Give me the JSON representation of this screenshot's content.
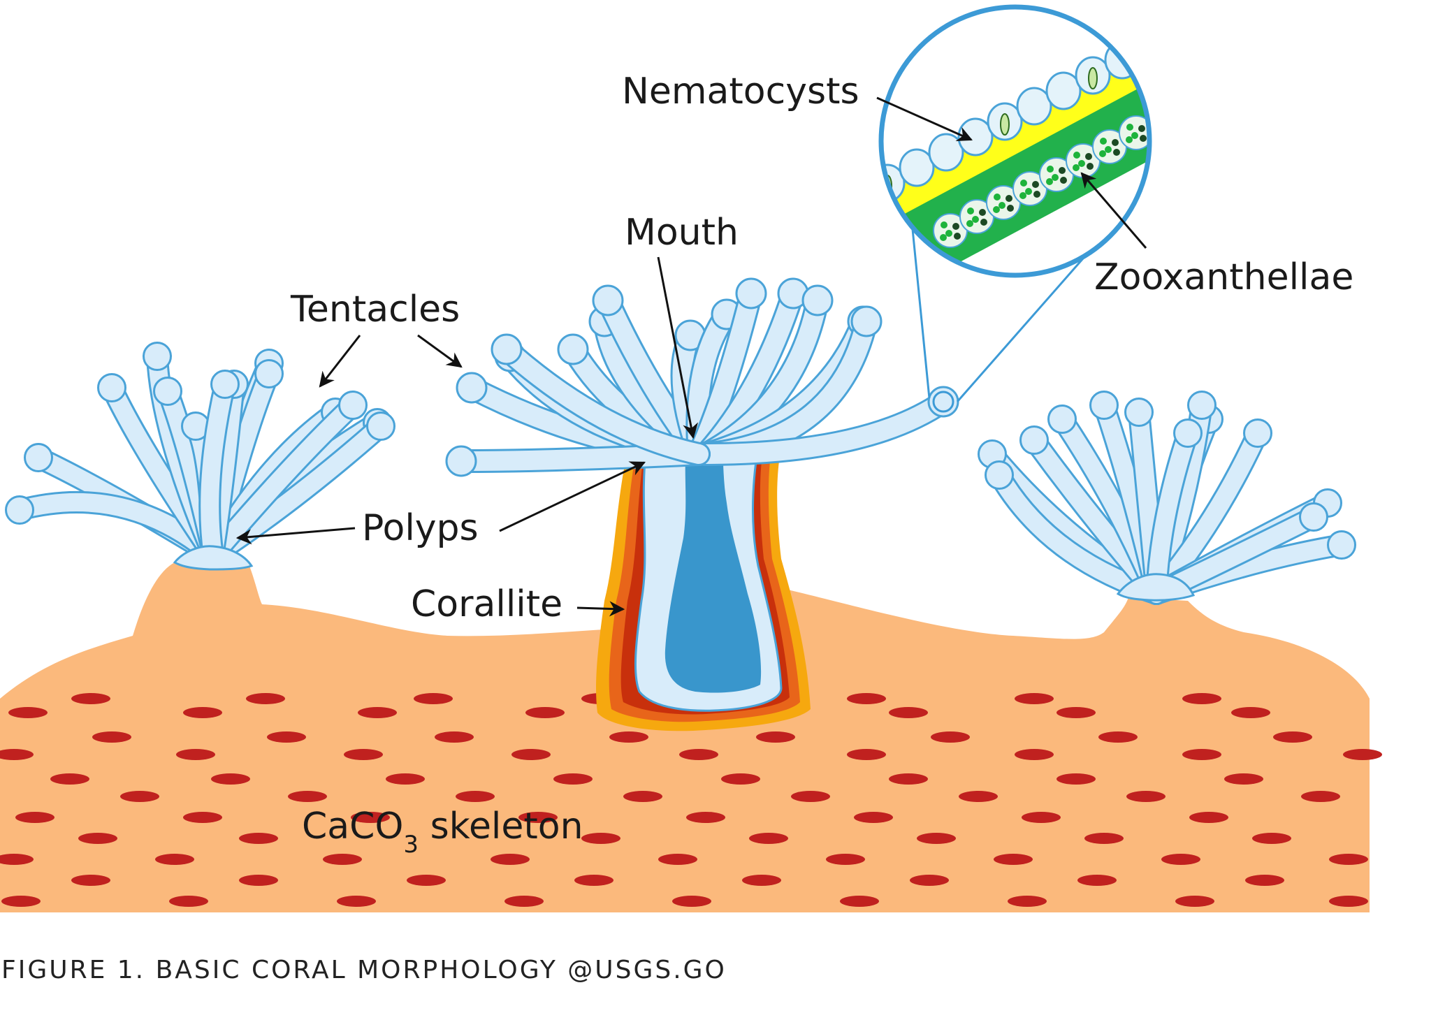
{
  "labels": {
    "nematocysts": "Nematocysts",
    "zooxanthellae": "Zooxanthellae",
    "mouth": "Mouth",
    "tentacles": "Tentacles",
    "polyps": "Polyps",
    "corallite": "Corallite",
    "skeleton_prefix": "CaCO",
    "skeleton_subscript": "3",
    "skeleton_suffix": " skeleton"
  },
  "caption": "FIGURE 1. BASIC CORAL MORPHOLOGY @USGS.GO",
  "colors": {
    "skeleton": "#fbb97c",
    "skeleton_spots": "#c0211f",
    "polyp_fill": "#d8ecfa",
    "polyp_outline": "#4aa3d8",
    "gut": "#3996cc",
    "corallite_outer": "#f6a80f",
    "corallite_mid": "#e8651a",
    "corallite_inner": "#c8300c",
    "zoom_ring": "#3c9ad6",
    "epidermis_yellow": "#ffff1a",
    "zooxanthellae_green": "#1db33b"
  }
}
